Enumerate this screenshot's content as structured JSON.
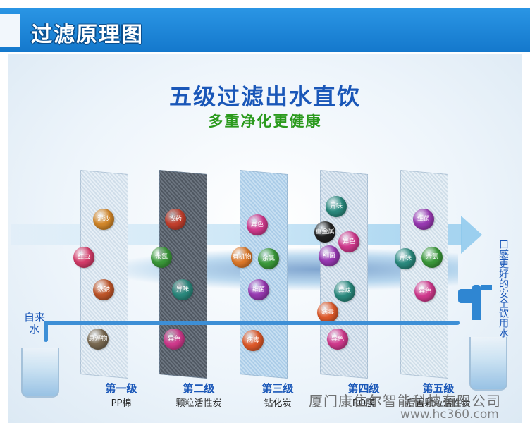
{
  "header": {
    "title": "过滤原理图"
  },
  "main": {
    "headline": "五级过滤出水直饮",
    "subheadline": "多重净化更健康",
    "source_label": "自来水",
    "output_label": "口感更好的安全饮用水"
  },
  "stages": [
    {
      "title": "第一级",
      "desc": "PP棉",
      "particles": [
        {
          "label": "泥沙",
          "color": "#d4882a"
        },
        {
          "label": "红虫",
          "color": "#d63c6a"
        },
        {
          "label": "铁锈",
          "color": "#c0562a"
        },
        {
          "label": "悬浮物",
          "color": "#7a6a52"
        }
      ]
    },
    {
      "title": "第二级",
      "desc": "颗粒活性炭",
      "particles": [
        {
          "label": "农药",
          "color": "#c4402e"
        },
        {
          "label": "余氯",
          "color": "#3b9a3a"
        },
        {
          "label": "异味",
          "color": "#2a8a7e"
        },
        {
          "label": "异色",
          "color": "#d23a8e"
        }
      ]
    },
    {
      "title": "第三级",
      "desc": "钻化炭",
      "particles": [
        {
          "label": "异色",
          "color": "#d23a8e"
        },
        {
          "label": "有机物",
          "color": "#e07a2a"
        },
        {
          "label": "余氯",
          "color": "#3b9a3a"
        },
        {
          "label": "细菌",
          "color": "#9a3ab4"
        },
        {
          "label": "病毒",
          "color": "#e05a2a"
        }
      ]
    },
    {
      "title": "第四级",
      "desc": "RO膜",
      "particles": [
        {
          "label": "异味",
          "color": "#2a8a7e"
        },
        {
          "label": "重金属",
          "color": "#222222"
        },
        {
          "label": "异色",
          "color": "#d23a8e"
        },
        {
          "label": "细菌",
          "color": "#9a3ab4"
        },
        {
          "label": "异味",
          "color": "#2a8a7e"
        },
        {
          "label": "病毒",
          "color": "#e05a2a"
        },
        {
          "label": "异色",
          "color": "#d23a8e"
        }
      ]
    },
    {
      "title": "第五级",
      "desc": "后置颗粒活性炭",
      "particles": [
        {
          "label": "细菌",
          "color": "#9a3ab4"
        },
        {
          "label": "异味",
          "color": "#2a8a7e"
        },
        {
          "label": "余氯",
          "color": "#3b9a3a"
        },
        {
          "label": "异色",
          "color": "#d23a8e"
        }
      ]
    }
  ],
  "watermark": {
    "company": "厦门康隹尔智能科技有限公司",
    "url": "www.hc360.com"
  }
}
